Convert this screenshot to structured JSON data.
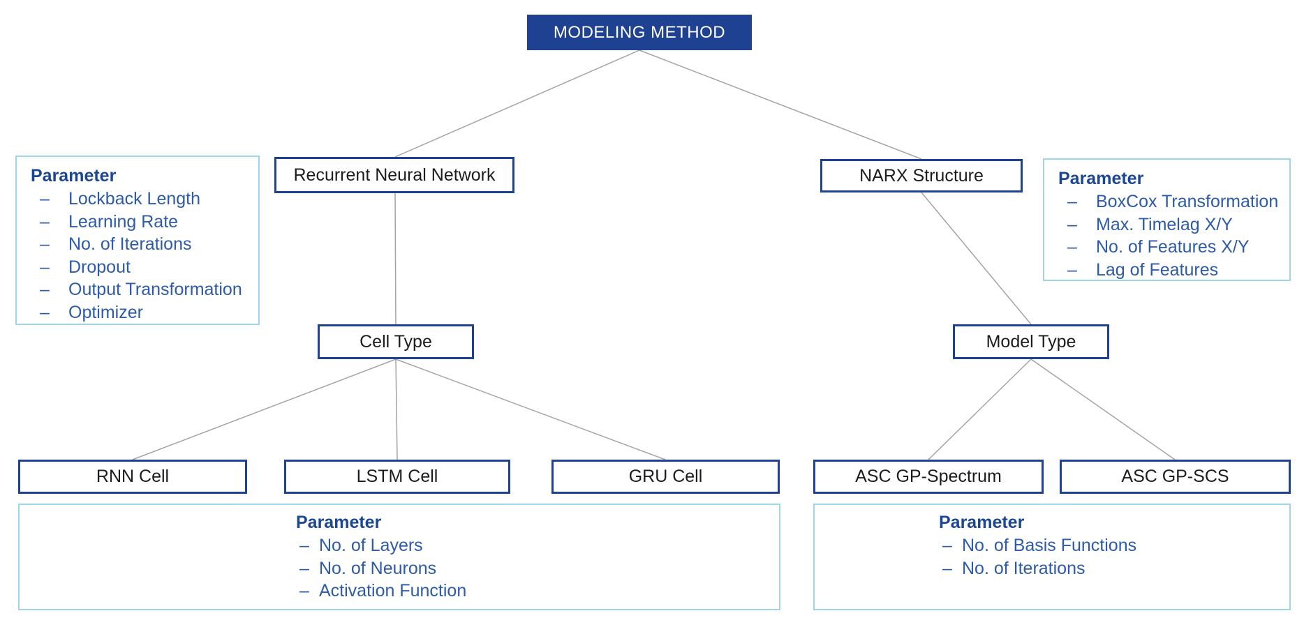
{
  "diagram": {
    "nodes": {
      "modeling_method": "MODELING METHOD",
      "rnn": "Recurrent Neural Network",
      "narx": "NARX Structure",
      "cell_type": "Cell Type",
      "model_type": "Model Type",
      "rnn_cell": "RNN Cell",
      "lstm_cell": "LSTM Cell",
      "gru_cell": "GRU Cell",
      "asc_gp_spectrum": "ASC GP-Spectrum",
      "asc_gp_scs": "ASC GP-SCS"
    },
    "parameter_boxes": {
      "rnn_params": {
        "heading": "Parameter",
        "items": [
          "Lockback Length",
          "Learning Rate",
          "No. of Iterations",
          "Dropout",
          "Output Transformation",
          "Optimizer"
        ]
      },
      "narx_params": {
        "heading": "Parameter",
        "items": [
          "BoxCox Transformation",
          "Max. Timelag X/Y",
          "No. of Features X/Y",
          "Lag of Features"
        ]
      },
      "cell_params": {
        "heading": "Parameter",
        "items": [
          "No. of Layers",
          "No. of Neurons",
          "Activation Function"
        ]
      },
      "asc_params": {
        "heading": "Parameter",
        "items": [
          "No. of Basis Functions",
          "No. of Iterations"
        ]
      }
    },
    "colors": {
      "primary_blue": "#1e4191",
      "heading_blue": "#1b4693",
      "item_blue": "#2d5ba9",
      "param_border_cyan": "#9fd5e9",
      "connector_gray": "#a3a3a8",
      "node_text": "#1c1c1e",
      "background": "#ffffff"
    }
  }
}
